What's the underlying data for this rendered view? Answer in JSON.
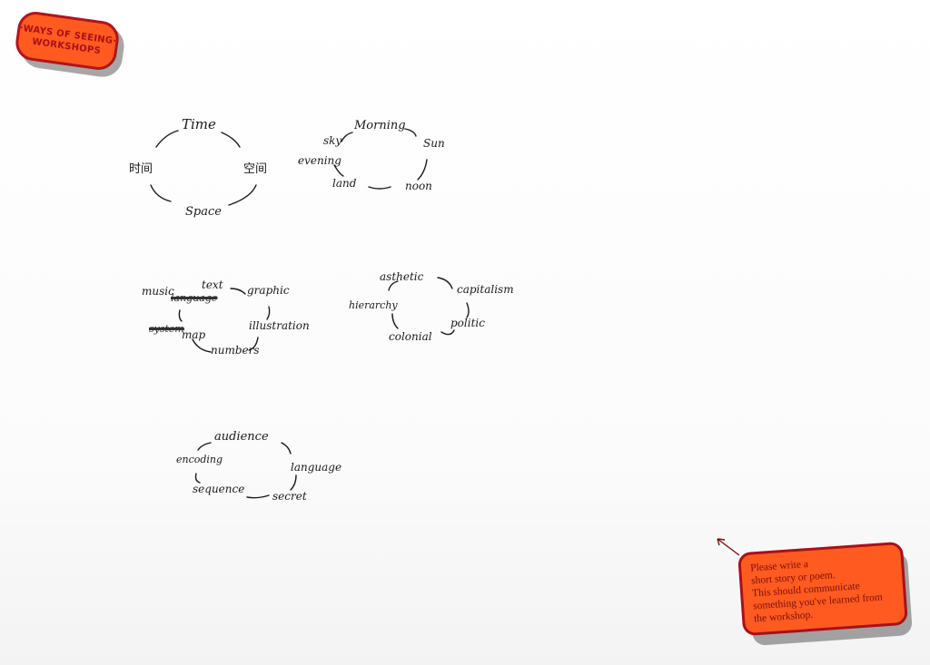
{
  "sticker": {
    "line1": "·WAYS OF SEEING·",
    "line2": "WORKSHOPS"
  },
  "clusters": [
    {
      "words": [
        "Time",
        "时间",
        "空间",
        "Space"
      ]
    },
    {
      "words": [
        "sky",
        "Morning",
        "Sun",
        "evening",
        "land",
        "noon"
      ]
    },
    {
      "words": [
        "music",
        "text",
        "language",
        "graphic",
        "illustration",
        "system",
        "map",
        "numbers"
      ]
    },
    {
      "words": [
        "asthetic",
        "hierarchy",
        "capitalism",
        "colonial",
        "politic"
      ]
    },
    {
      "words": [
        "audience",
        "encoding",
        "language",
        "sequence",
        "secret"
      ]
    }
  ],
  "note": {
    "line1": "Please write a",
    "line2": "short story or poem.",
    "line3": "This should communicate",
    "line4": "something you've learned from",
    "line5": "the workshop."
  },
  "colors": {
    "accent": "#ff5a1f",
    "accent_border": "#a8101a",
    "ink": "#1a1a1a"
  }
}
